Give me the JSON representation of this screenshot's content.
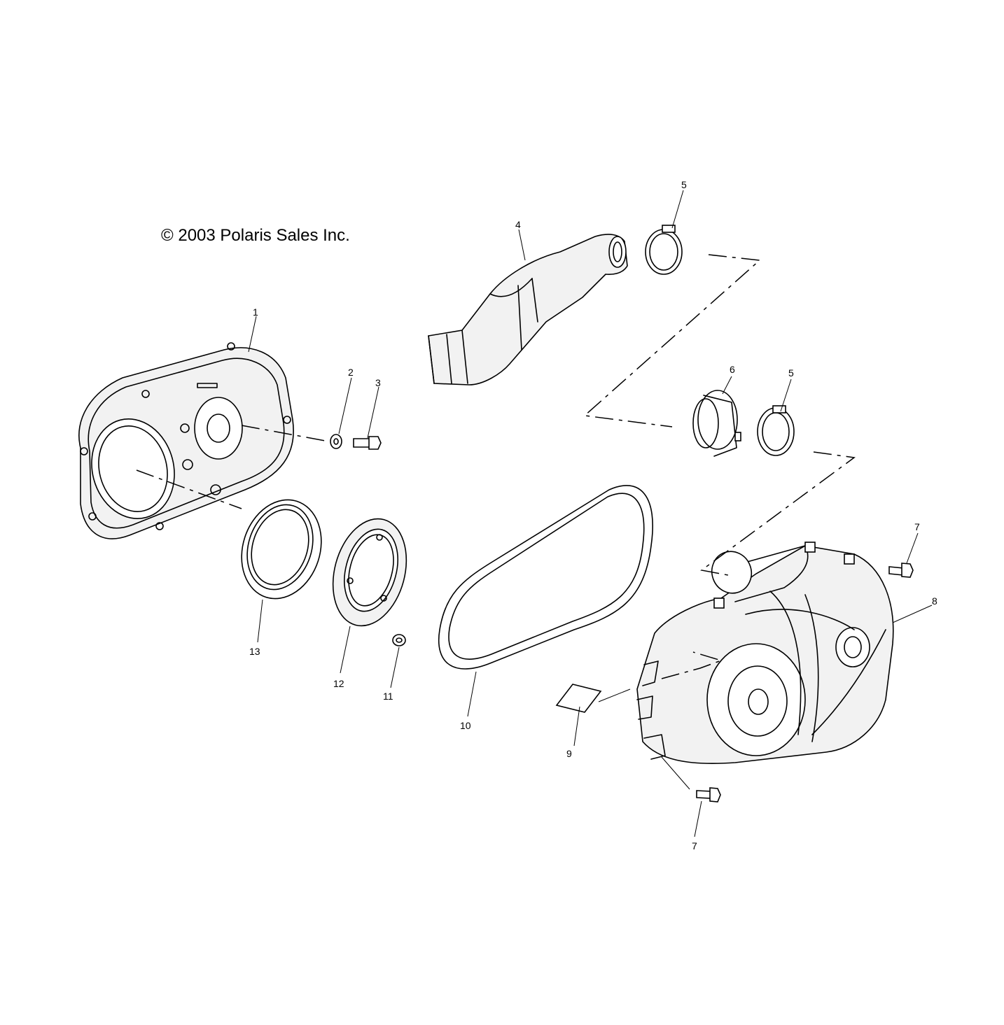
{
  "copyright": "© 2003 Polaris Sales Inc.",
  "callouts": [
    "1",
    "2",
    "3",
    "4",
    "5",
    "5",
    "6",
    "7",
    "7",
    "8",
    "9",
    "10",
    "11",
    "12",
    "13"
  ]
}
